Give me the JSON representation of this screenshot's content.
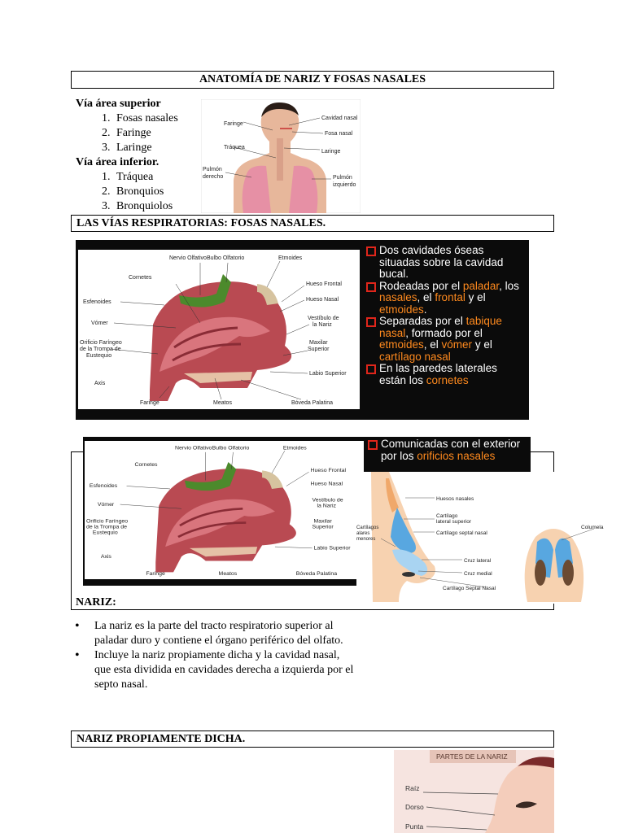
{
  "title": "ANATOMÍA DE NARIZ Y FOSAS NASALES",
  "airway": {
    "upper_title": "Vía área superior",
    "upper_items": [
      "Fosas nasales",
      "Faringe",
      "Laringe"
    ],
    "lower_title": "Vía área inferior.",
    "lower_items": [
      "Tráquea",
      "Bronquios",
      "Bronquiolos"
    ]
  },
  "body_figure": {
    "labels": {
      "faringe": "Faringe",
      "traquea": "Tráquea",
      "pulmon_der": [
        "Pulmón",
        "derecho"
      ],
      "cavidad": "Cavidad nasal",
      "fosa": "Fosa nasal",
      "laringe": "Laringe",
      "pulmon_izq": [
        "Pulmón",
        "izquierdo"
      ]
    }
  },
  "section2": {
    "title": "LAS VÍAS RESPIRATORIAS: FOSAS NASALES."
  },
  "sagittal_labels": {
    "nervio": "Nervio Olfativo",
    "bulbo": "Bulbo Olfatorio",
    "etmoides": "Etmoides",
    "cornetes": "Cornetes",
    "hueso_frontal": "Hueso Frontal",
    "esfenoides": "Esfenoides",
    "hueso_nasal": "Hueso Nasal",
    "vestibulo": [
      "Vestíbulo de",
      "la Nariz"
    ],
    "vomer": "Vómer",
    "orificio": [
      "Orificio Faríngeo",
      "de la Trompa de",
      "Eustequio"
    ],
    "maxilar": [
      "Maxilar",
      "Superior"
    ],
    "labio": "Labio Superior",
    "axis": "Axis",
    "faringe": "Faringe",
    "meatos": "Meatos",
    "boveda": "Bóveda Palatina"
  },
  "panel1_bullets": [
    [
      [
        "Dos cavidades óseas situadas sobre la cavidad bucal.",
        false
      ]
    ],
    [
      [
        "Rodeadas por el ",
        false
      ],
      [
        "paladar",
        true
      ],
      [
        ", los ",
        false
      ],
      [
        "nasales",
        true
      ],
      [
        ", el ",
        false
      ],
      [
        "frontal",
        true
      ],
      [
        " y el ",
        false
      ],
      [
        "etmoides",
        true
      ],
      [
        ".",
        false
      ]
    ],
    [
      [
        "Separadas por el ",
        false
      ],
      [
        "tabique nasal",
        true
      ],
      [
        ", formado por el ",
        false
      ],
      [
        "etmoides",
        true
      ],
      [
        ", el ",
        false
      ],
      [
        "vómer",
        true
      ],
      [
        " y el ",
        false
      ],
      [
        "cartílago nasal",
        true
      ]
    ],
    [
      [
        "En las paredes laterales están los ",
        false
      ],
      [
        "cornetes",
        true
      ]
    ]
  ],
  "panel2_bullets": [
    [
      [
        "Comunicadas con el exterior por los ",
        false
      ],
      [
        "orificios nasales",
        true
      ]
    ]
  ],
  "nose_labels": {
    "huesos": "Huesos nasales",
    "lateral": [
      "Cartílago",
      "lateral superior"
    ],
    "septal": "Cartílago septal nasal",
    "alares": [
      "Cartílagos",
      "alares",
      "menores"
    ],
    "cruz_lat": "Cruz lateral",
    "cruz_med": "Cruz medial",
    "septal_bottom": "Cartílago Septal Nasal",
    "columela": "Columela"
  },
  "nariz": {
    "title": "NARIZ:",
    "bullets": [
      "La nariz es la parte del tracto respiratorio superior al paladar duro y contiene el órgano periférico del olfato.",
      "Incluye la nariz propiamente dicha y la cavidad nasal, que esta dividida en cavidades derecha a izquierda por el septo nasal."
    ]
  },
  "nariz_propia": {
    "title": "NARIZ PROPIAMENTE DICHA."
  },
  "partes_figure": {
    "banner": "PARTES DE LA NARIZ",
    "labels": [
      "Raíz",
      "Dorso",
      "Punta"
    ]
  },
  "colors": {
    "orange": "#ff8a1e",
    "red_square": "#e0261b",
    "panel_bg": "#0b0b0b"
  }
}
